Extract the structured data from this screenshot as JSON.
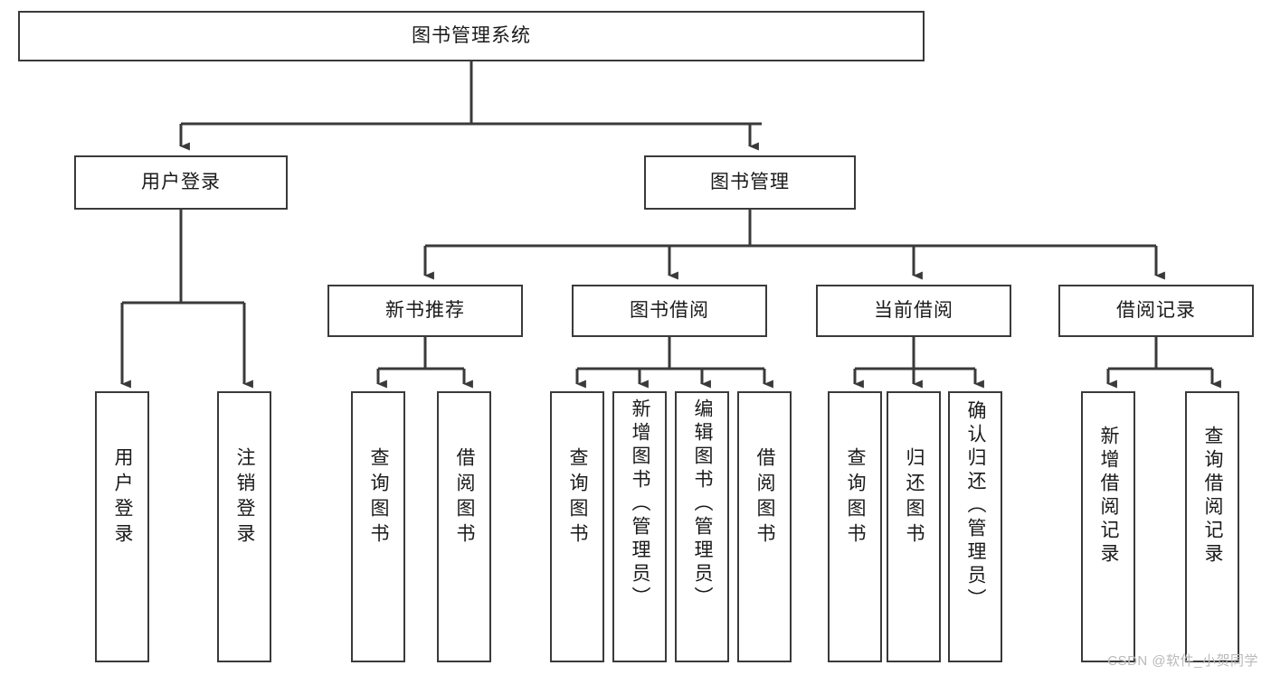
{
  "diagram": {
    "type": "tree-hierarchy-chart",
    "title": "图书管理系统",
    "line_color": "#3a3a3a",
    "box_fill": "#ffffff",
    "text_color": "#1a1a1a",
    "levels": 4
  },
  "nodes": {
    "root": {
      "label": "图书管理系统",
      "orientation": "horizontal"
    },
    "level2": [
      {
        "id": "user-login",
        "label": "用户登录",
        "orientation": "horizontal"
      },
      {
        "id": "book-manage",
        "label": "图书管理",
        "orientation": "horizontal"
      }
    ],
    "level3": [
      {
        "id": "new-book-recommend",
        "label": "新书推荐",
        "orientation": "horizontal"
      },
      {
        "id": "book-borrow",
        "label": "图书借阅",
        "orientation": "horizontal"
      },
      {
        "id": "current-borrow",
        "label": "当前借阅",
        "orientation": "horizontal"
      },
      {
        "id": "borrow-record",
        "label": "借阅记录",
        "orientation": "horizontal"
      }
    ],
    "leaves": {
      "user_login": [
        {
          "id": "leaf-user-login",
          "label": "用户登录",
          "orientation": "vertical"
        },
        {
          "id": "leaf-logout-login",
          "label": "注销登录",
          "orientation": "vertical"
        }
      ],
      "new_book_recommend": [
        {
          "id": "leaf-query-book-1",
          "label": "查询图书",
          "orientation": "vertical"
        },
        {
          "id": "leaf-borrow-book-1",
          "label": "借阅图书",
          "orientation": "vertical"
        }
      ],
      "book_borrow": [
        {
          "id": "leaf-query-book-2",
          "label": "查询图书",
          "orientation": "vertical"
        },
        {
          "id": "leaf-add-book",
          "label": "新增图书（管理员）",
          "orientation": "vertical"
        },
        {
          "id": "leaf-edit-book",
          "label": "编辑图书（管理员）",
          "orientation": "vertical"
        },
        {
          "id": "leaf-borrow-book-2",
          "label": "借阅图书",
          "orientation": "vertical"
        }
      ],
      "current_borrow": [
        {
          "id": "leaf-query-book-3",
          "label": "查询图书",
          "orientation": "vertical"
        },
        {
          "id": "leaf-return-book",
          "label": "归还图书",
          "orientation": "vertical"
        },
        {
          "id": "leaf-confirm-return",
          "label": "确认归还（管理员）",
          "orientation": "vertical"
        }
      ],
      "borrow_record": [
        {
          "id": "leaf-add-record",
          "label": "新增借阅记录",
          "orientation": "vertical"
        },
        {
          "id": "leaf-query-record",
          "label": "查询借阅记录",
          "orientation": "vertical"
        }
      ]
    }
  },
  "watermark": {
    "text": "CSDN @软件_小贺同学"
  }
}
